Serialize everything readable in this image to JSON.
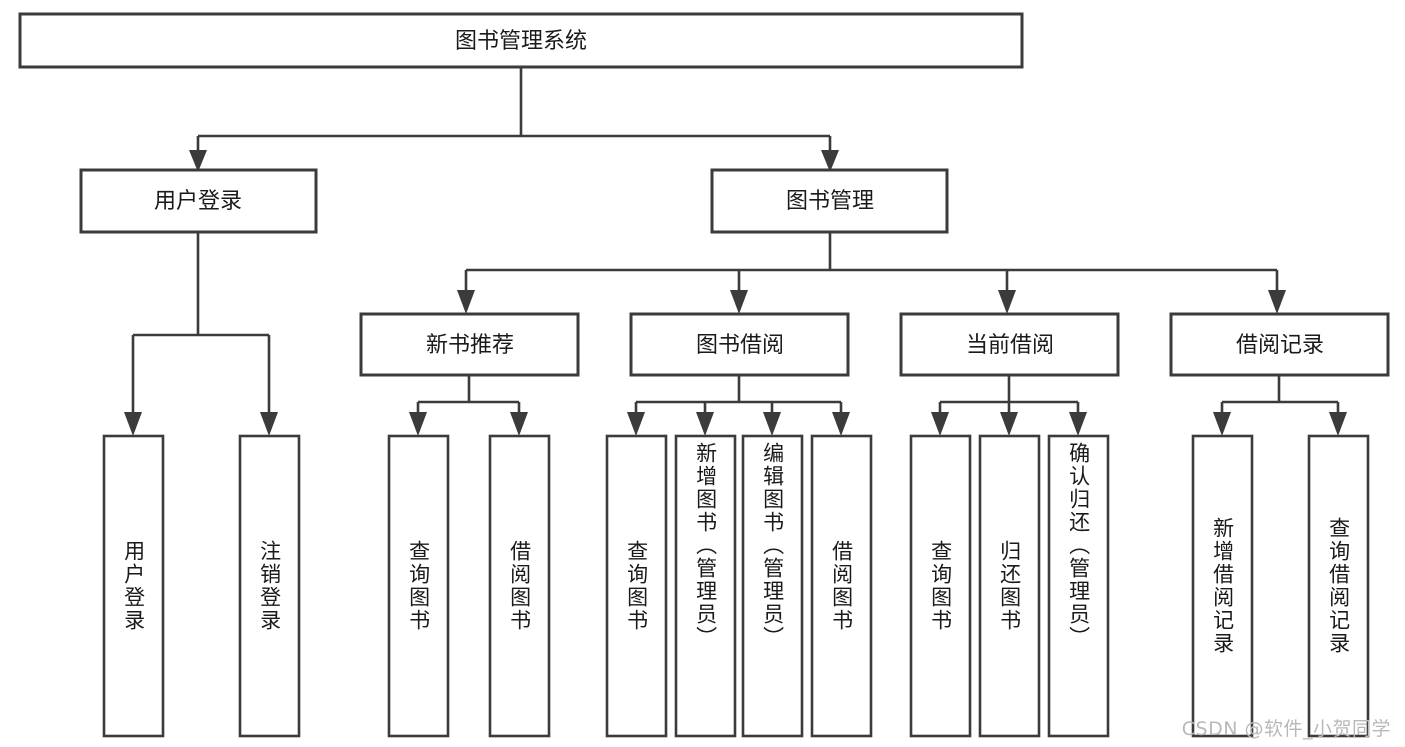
{
  "diagram": {
    "title": "图书管理系统",
    "type": "tree-hierarchy-chart",
    "orientation": "top-down",
    "background_color": "#ffffff",
    "line_color": "#3b3b3b",
    "box_fill_color": "#ffffff",
    "text_color": "#1a1a1a",
    "root": {
      "id": "root",
      "label": "图书管理系统"
    },
    "level2": [
      {
        "id": "user-login",
        "label": "用户登录"
      },
      {
        "id": "book-manage",
        "label": "图书管理"
      }
    ],
    "level3": [
      {
        "id": "new-book-rec",
        "label": "新书推荐",
        "parent": "book-manage"
      },
      {
        "id": "book-borrow",
        "label": "图书借阅",
        "parent": "book-manage"
      },
      {
        "id": "current-borrow",
        "label": "当前借阅",
        "parent": "book-manage"
      },
      {
        "id": "borrow-record",
        "label": "借阅记录",
        "parent": "book-manage"
      }
    ],
    "leaves": {
      "user-login": [
        {
          "id": "leaf-user-login",
          "label": "用户登录"
        },
        {
          "id": "leaf-logout",
          "label": "注销登录"
        }
      ],
      "new-book-rec": [
        {
          "id": "leaf-query-book-1",
          "label": "查询图书"
        },
        {
          "id": "leaf-borrow-book-1",
          "label": "借阅图书"
        }
      ],
      "book-borrow": [
        {
          "id": "leaf-query-book-2",
          "label": "查询图书"
        },
        {
          "id": "leaf-add-book",
          "label": "新增图书（管理员）"
        },
        {
          "id": "leaf-edit-book",
          "label": "编辑图书（管理员）"
        },
        {
          "id": "leaf-borrow-book-2",
          "label": "借阅图书"
        }
      ],
      "current-borrow": [
        {
          "id": "leaf-query-book-3",
          "label": "查询图书"
        },
        {
          "id": "leaf-return-book",
          "label": "归还图书"
        },
        {
          "id": "leaf-confirm-return",
          "label": "确认归还（管理员）"
        }
      ],
      "borrow-record": [
        {
          "id": "leaf-add-record",
          "label": "新增借阅记录"
        },
        {
          "id": "leaf-query-record",
          "label": "查询借阅记录"
        }
      ]
    }
  },
  "watermark": {
    "text": "CSDN @软件_小贺同学"
  }
}
